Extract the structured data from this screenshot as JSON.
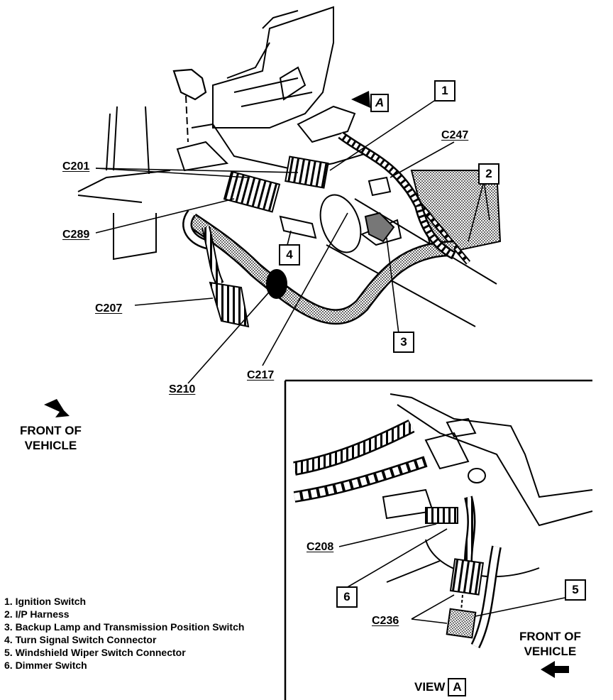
{
  "connector_labels": {
    "c201": "C201",
    "c247": "C247",
    "c289": "C289",
    "c207": "C207",
    "s210": "S210",
    "c217": "C217",
    "c208": "C208",
    "c236": "C236"
  },
  "callouts": {
    "n1": "1",
    "n2": "2",
    "n3": "3",
    "n4": "4",
    "n5": "5",
    "n6": "6",
    "view_marker": "A"
  },
  "front_of_vehicle": {
    "line1": "FRONT OF",
    "line2": "VEHICLE"
  },
  "inset": {
    "view_word": "VIEW",
    "view_letter": "A",
    "front_line1": "FRONT OF",
    "front_line2": "VEHICLE"
  },
  "legend": [
    "1.  Ignition Switch",
    "2.  I/P Harness",
    "3.  Backup Lamp and Transmission Position Switch",
    "4.  Turn Signal Switch Connector",
    "5.  Windshield Wiper Switch Connector",
    "6.  Dimmer Switch"
  ]
}
